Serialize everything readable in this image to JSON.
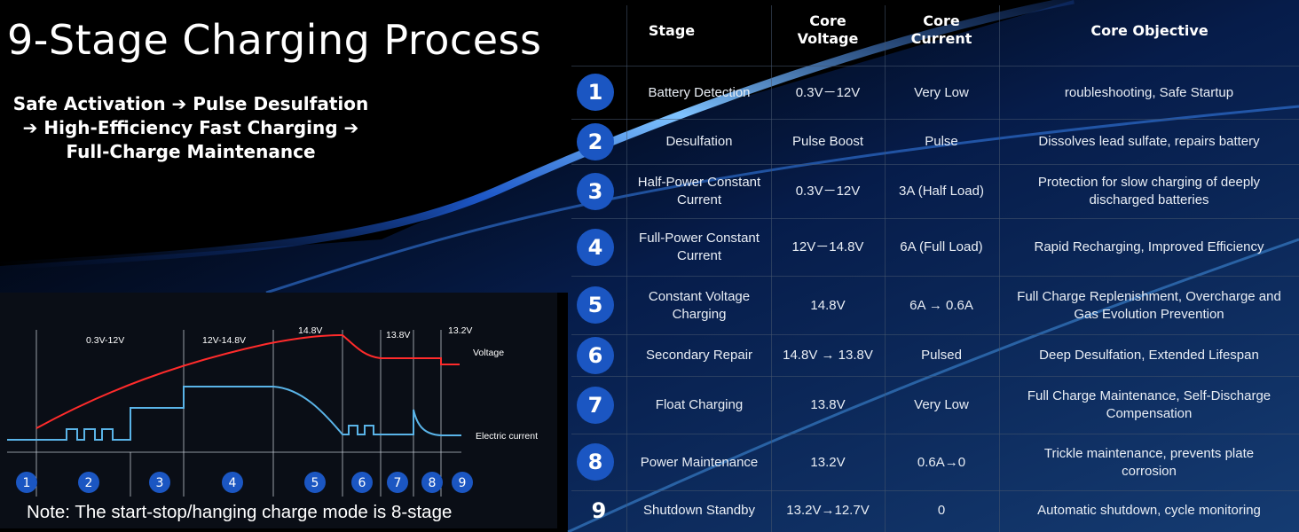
{
  "title": "9-Stage Charging Process",
  "subtitle_lines": [
    "Safe Activation ➔ Pulse Desulfation",
    "➔ High-Efficiency Fast Charging ➔",
    "Full-Charge Maintenance"
  ],
  "note": "Note: The start-stop/hanging charge mode is 8-stage",
  "colors": {
    "accent": "#1b56c2",
    "voltage_line": "#ff2b2b",
    "current_line": "#5ab4e8"
  },
  "diagram": {
    "range_labels": [
      "0.3V-12V",
      "12V-14.8V",
      "14.8V",
      "13.8V",
      "13.2V"
    ],
    "voltage_label": "Voltage",
    "current_label": "Electric current",
    "stage_numbers": [
      "1",
      "2",
      "3",
      "4",
      "5",
      "6",
      "7",
      "8",
      "9"
    ]
  },
  "table": {
    "headers": {
      "stage": "Stage",
      "voltage": [
        "Core",
        "Voltage"
      ],
      "current": [
        "Core",
        "Current"
      ],
      "objective": "Core Objective"
    },
    "rows": [
      {
        "num": "1",
        "stage": "Battery Detection",
        "voltage": "0.3V－12V",
        "current": "Very Low",
        "objective": "roubleshooting, Safe Startup"
      },
      {
        "num": "2",
        "stage": "Desulfation",
        "voltage": "Pulse Boost",
        "current": "Pulse",
        "objective": "Dissolves lead sulfate, repairs battery"
      },
      {
        "num": "3",
        "stage": "Half-Power Constant Current",
        "voltage": "0.3V－12V",
        "current": "3A (Half Load)",
        "objective": "Protection for slow charging of deeply discharged batteries"
      },
      {
        "num": "4",
        "stage": "Full-Power Constant Current",
        "voltage": "12V－14.8V",
        "current": "6A (Full Load)",
        "objective": "Rapid Recharging, Improved Efficiency"
      },
      {
        "num": "5",
        "stage": "Constant Voltage Charging",
        "voltage": "14.8V",
        "current": "6A → 0.6A",
        "objective": "Full Charge Replenishment, Overcharge and Gas Evolution Prevention"
      },
      {
        "num": "6",
        "stage": "Secondary Repair",
        "voltage": "14.8V → 13.8V",
        "current": "Pulsed",
        "objective": "Deep Desulfation, Extended Lifespan"
      },
      {
        "num": "7",
        "stage": "Float Charging",
        "voltage": "13.8V",
        "current": "Very Low",
        "objective": "Full Charge Maintenance, Self-Discharge Compensation"
      },
      {
        "num": "8",
        "stage": "Power Maintenance",
        "voltage": "13.2V",
        "current": "0.6A→0",
        "objective": "Trickle maintenance, prevents plate corrosion"
      },
      {
        "num": "9",
        "stage": "Shutdown Standby",
        "voltage": "13.2V→12.7V",
        "current": "0",
        "objective": "Automatic shutdown, cycle monitoring"
      }
    ]
  }
}
